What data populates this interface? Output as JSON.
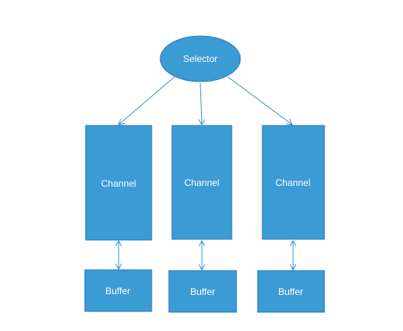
{
  "diagram": {
    "selector": {
      "label": "Selector"
    },
    "channels": [
      {
        "label": "Channel"
      },
      {
        "label": "Channel"
      },
      {
        "label": "Channel"
      }
    ],
    "buffers": [
      {
        "label": "Buffer"
      },
      {
        "label": "Buffer"
      },
      {
        "label": "Buffer"
      }
    ]
  },
  "colors": {
    "node_fill": "#3b9bd5",
    "node_stroke": "#2a7ab5",
    "connector": "#3b8fcf",
    "label_text": "#ffffff"
  }
}
